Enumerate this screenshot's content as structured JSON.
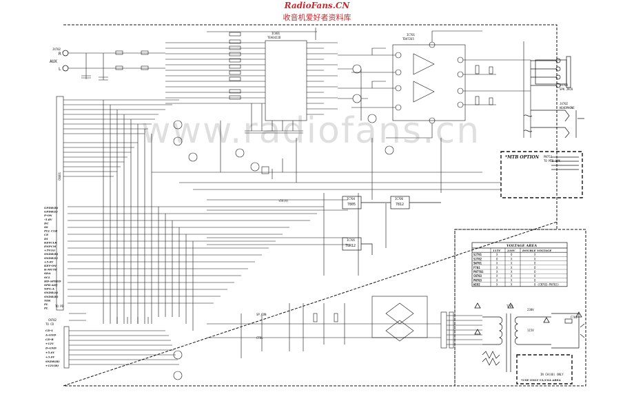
{
  "header": {
    "site": "RadioFans.CN",
    "subtitle": "收音机爱好者资料库"
  },
  "watermark": "www.radiofans.cn",
  "aux_input": {
    "label": "AUX",
    "r": "R",
    "l": "L",
    "jack": "J4702"
  },
  "amp_ic": {
    "ref": "IC701",
    "part": "TDA7265"
  },
  "selector_ic": {
    "ref": "IC401",
    "part": "TEA6422D"
  },
  "regulators": [
    {
      "ref": "IC704",
      "part": "7805"
    },
    {
      "ref": "IC706",
      "part": "7812"
    },
    {
      "ref": "IC705",
      "part": "78R12"
    }
  ],
  "mtb_option": {
    "title": "*MTB OPTION",
    "connector": "PN752",
    "connector_label": "TO MTB SPK"
  },
  "spk_jack": {
    "ref": "J4703",
    "label": "SPK JACK"
  },
  "headphone": {
    "ref": "J4702",
    "label": "HEADPHONE"
  },
  "voltage_table": {
    "title": "VOLTAGE AREA",
    "headers": [
      "",
      "115V",
      "230V",
      "DOUBLE VOLTAGE"
    ],
    "rows": [
      [
        "SJ781",
        "X",
        "O",
        "X"
      ],
      [
        "SJ782",
        "O",
        "X",
        "X"
      ],
      [
        "SW701",
        "X",
        "X",
        "O"
      ],
      [
        "F701",
        "X",
        "X",
        "O"
      ],
      [
        "PN7701",
        "X",
        "X",
        "O"
      ],
      [
        "CN703",
        "X",
        "X",
        "O"
      ],
      [
        "PN703",
        "X",
        "X",
        "O"
      ],
      [
        "W282",
        "X",
        "X",
        "O (CN703-PN703)"
      ]
    ]
  },
  "power_labels": {
    "transformer": "T701",
    "fuse": "F701",
    "voltage": "230V",
    "v115": "115V",
    "note1": "IN CH(UU) ONLY",
    "note2": "*USE ONLY UL/CSA AREA"
  },
  "left_connector_labels": [
    "GPDR(R)",
    "GPDR(L)",
    "P-ON",
    "-5.8V",
    "DC",
    "SS",
    "PLL CLK",
    "CE",
    "DI",
    "KEYCLK",
    "ENPCM",
    "+5V(A)",
    "SNDR(R)",
    "SNDR(L)",
    "+5.6V",
    "KEY-ON",
    "K-MUTE",
    "SDA",
    "SCL",
    "HD-SPEED",
    "SPK-ADJ",
    "NPG-A",
    "SNDR(A)",
    "SNDR(B)",
    "TEK",
    "FL",
    "FL"
  ],
  "left_connector_ref": "CN401",
  "cd_connector": {
    "ref": "CN702",
    "label": "TO CD",
    "pins": [
      "CD-L",
      "A-GND",
      "CD-R",
      "+12V",
      "D-GND",
      "+5.6V",
      "+3.6V",
      "SNDR(R)",
      "+12V(B)"
    ]
  },
  "cn701_label": "TO PD",
  "ps_signals": {
    "speaker_mute": "+5V(A)",
    "pcon": "SP_CON",
    "ctrl": "CTRL"
  },
  "colors": {
    "wire": "#111111",
    "header": "#c8282d",
    "dash": "#111111"
  }
}
